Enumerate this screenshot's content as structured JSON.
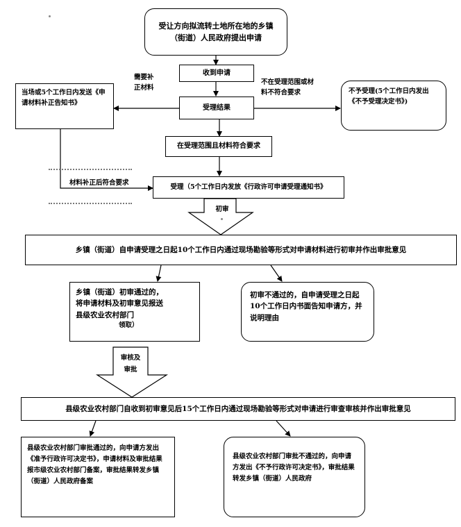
{
  "nodes": {
    "apply": "受让方向拟流转土地所在地的乡镇（街道）人民政府提出申请",
    "receive": "收到申请",
    "decision": "受理结果",
    "supplement_notice": "当场或5个工作日内发送《申请材料补正告知书》",
    "reject": "不予受理(5个工作日内发出《不予受理决定书》)",
    "in_scope": "在受理范围且材料符合要求",
    "accept": "受理（5个工作日内发放《行政许可申请受理通知书》",
    "township_review": "乡镇（街道）自申请受理之日起10个工作日内通过现场勘验等形式对申请材料进行初审并作出审批意见",
    "township_pass": [
      "乡镇（街道）初审通过的，",
      "将申请材料及初审意见报送",
      "县级农业农村部门",
      "领取）"
    ],
    "township_fail": "初审不通过的，自申请受理之日起10个工作日内书面告知申请方，并说明理由",
    "county_review": "县级农业农村部门自收到初审意见后15个工作日内通过现场勘验等形式对申请进行审查审核并作出审批意见",
    "county_pass": "县级农业农村部门审批通过的，向申请方发出《准予行政许可决定书》，申请材料及审批结果报市级农业农村部门备案，审批结果转发乡镇（街道）人民政府备案",
    "county_fail": "县级农业农村部门审批不通过的，向申请方发出《不予行政许可决定书》，审批结果转发乡镇（街道）人民政府"
  },
  "labels": {
    "need_supplement": [
      "需要补",
      "正材料"
    ],
    "out_of_scope": [
      "不在受理范围或材",
      "料不符合要求"
    ],
    "supplement_ok": "材料补正后符合要求",
    "first_review": "初审",
    "review_approve": [
      "审核及",
      "审批"
    ]
  }
}
